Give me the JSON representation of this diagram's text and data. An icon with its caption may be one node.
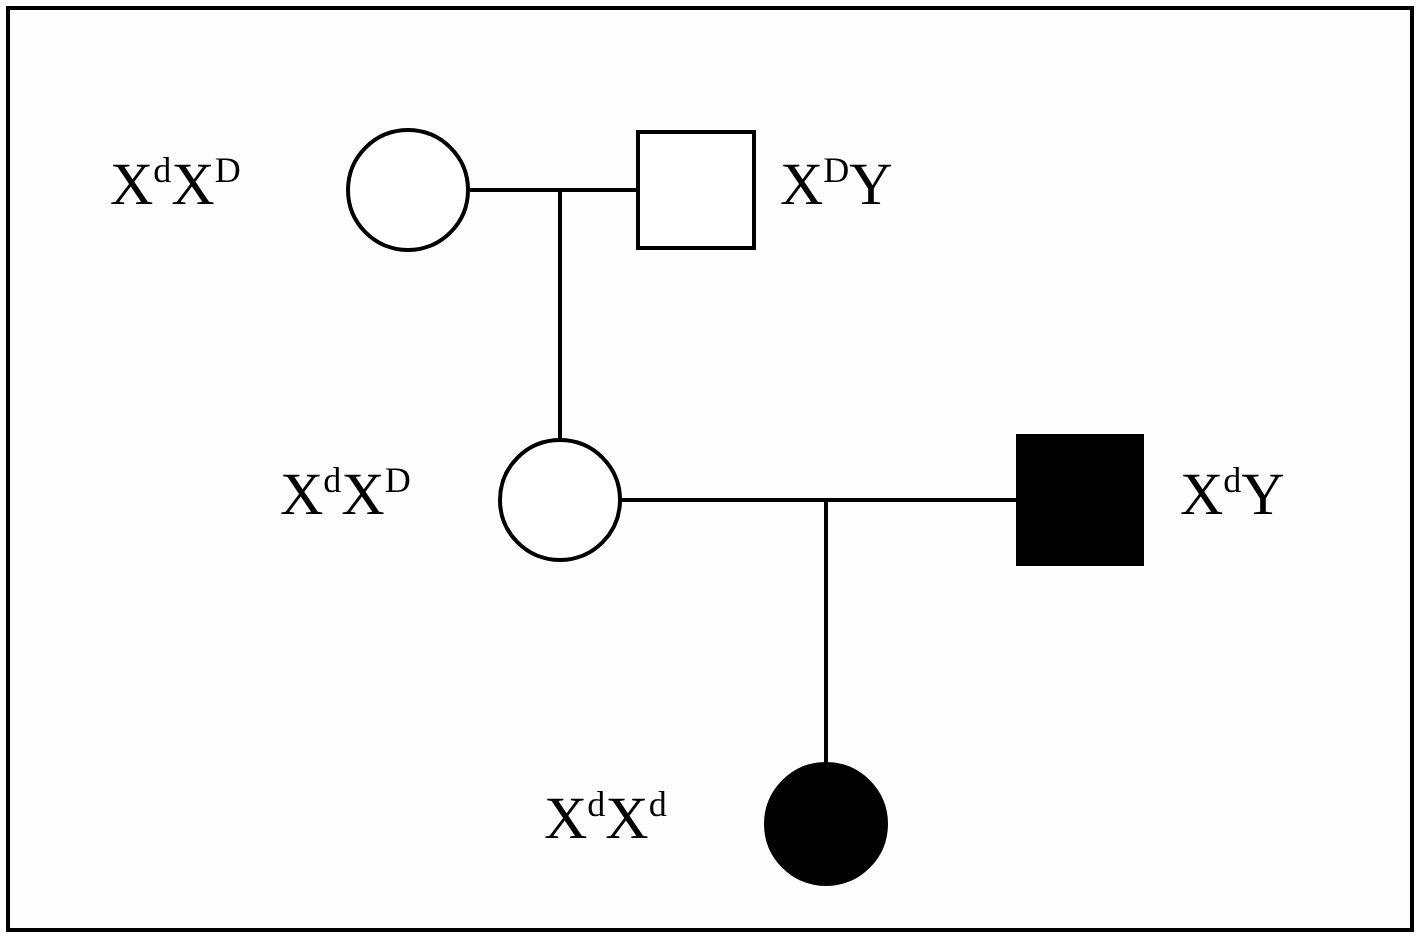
{
  "diagram": {
    "nodes": [
      {
        "text": [],
        "shape": "circle",
        "beside": [
          "X$^{d}$X$^{D}$"
        ]
      },
      {
        "text": [],
        "shape": "box",
        "beside": [
          "X$^{D}$Y"
        ]
      },
      {
        "text": [],
        "shape": "circle",
        "beside": [
          "X$^{d}$X$^{D}$"
        ]
      },
      {
        "text": [],
        "shape": "block",
        "beside": [
          "X$^{d}$Y"
        ]
      },
      {
        "text": [],
        "shape": "disc",
        "beside": [
          "X$^{d}$X$^{d}$"
        ]
      }
    ],
    "edges": [
      {
        "from": 0,
        "to": 1,
        "arrow": "none"
      },
      {
        "from": 0,
        "to": 2,
        "arrow": "none"
      },
      {
        "from": 1,
        "to": 2,
        "arrow": "none"
      },
      {
        "from": 2,
        "to": 3,
        "arrow": "none"
      },
      {
        "from": 2,
        "to": 4,
        "arrow": "none"
      },
      {
        "from": 3,
        "to": 4,
        "arrow": "none"
      }
    ]
  }
}
